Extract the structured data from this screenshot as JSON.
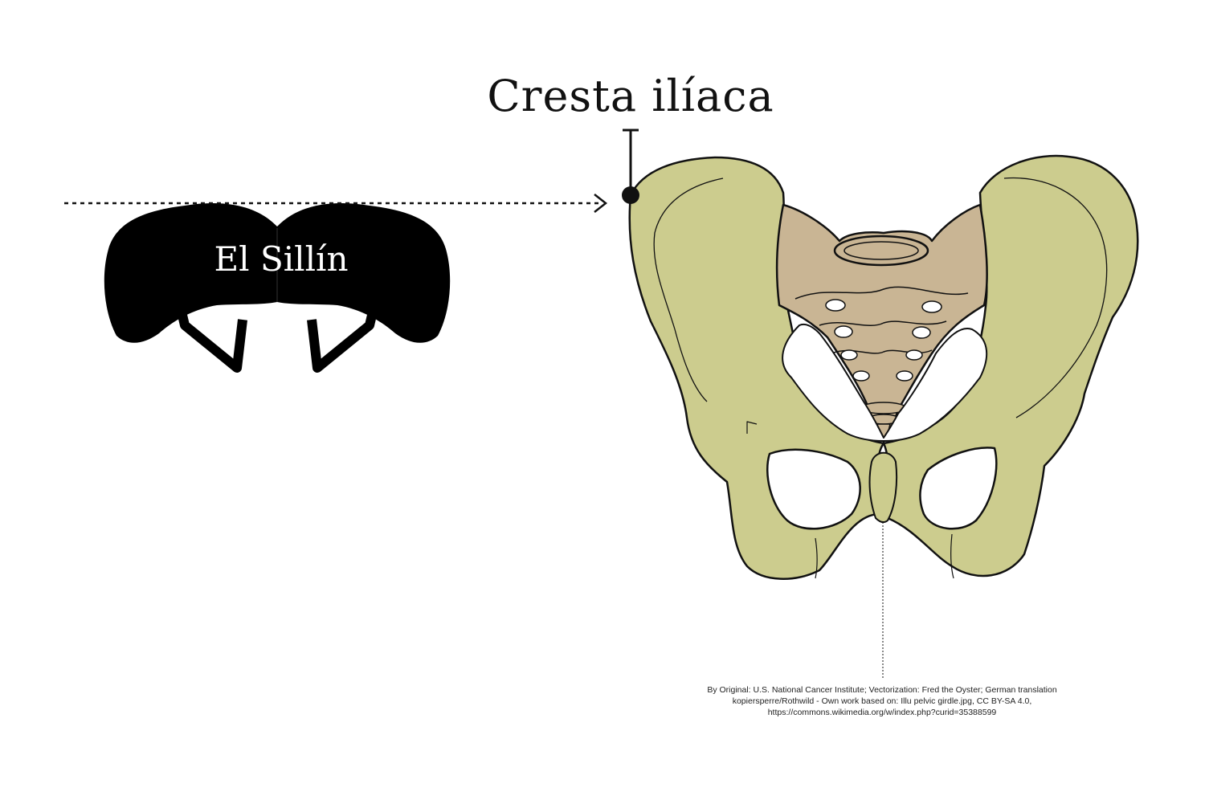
{
  "labels": {
    "iliac_crest": "Cresta ilíaca",
    "saddle": "El Sillín"
  },
  "credit": "By Original: U.S. National Cancer Institute; Vectorization: Fred the Oyster; German translation kopiersperre/Rothwild - Own work based on: Illu pelvic girdle.jpg, CC BY-SA 4.0, https://commons.wikimedia.org/w/index.php?curid=35388599",
  "colors": {
    "bone": "#cccc8e",
    "sacrum": "#c9b594",
    "outline": "#111111",
    "saddle": "#000000"
  }
}
